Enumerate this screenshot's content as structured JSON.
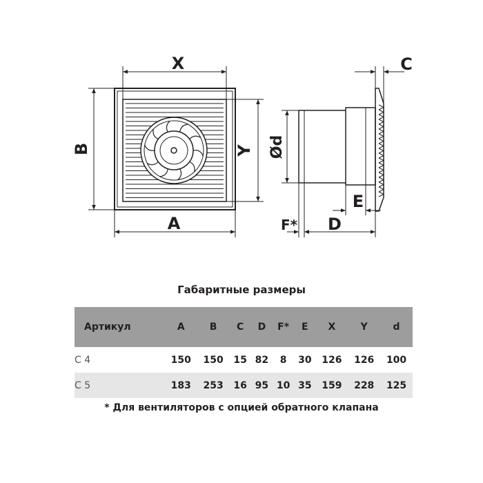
{
  "drawing": {
    "labels": {
      "X": "X",
      "Y": "Y",
      "A": "A",
      "B": "B",
      "C": "C",
      "D": "D",
      "E": "E",
      "F": "F*",
      "d": "Ød"
    }
  },
  "table": {
    "title": "Габаритные размеры",
    "headers": [
      "Артикул",
      "A",
      "B",
      "C",
      "D",
      "F*",
      "E",
      "X",
      "Y",
      "d"
    ],
    "rows": [
      [
        "С 4",
        "150",
        "150",
        "15",
        "82",
        "8",
        "30",
        "126",
        "126",
        "100"
      ],
      [
        "С 5",
        "183",
        "253",
        "16",
        "95",
        "10",
        "35",
        "159",
        "228",
        "125"
      ]
    ]
  },
  "footnote": "* Для вентиляторов с опцией обратного клапана"
}
